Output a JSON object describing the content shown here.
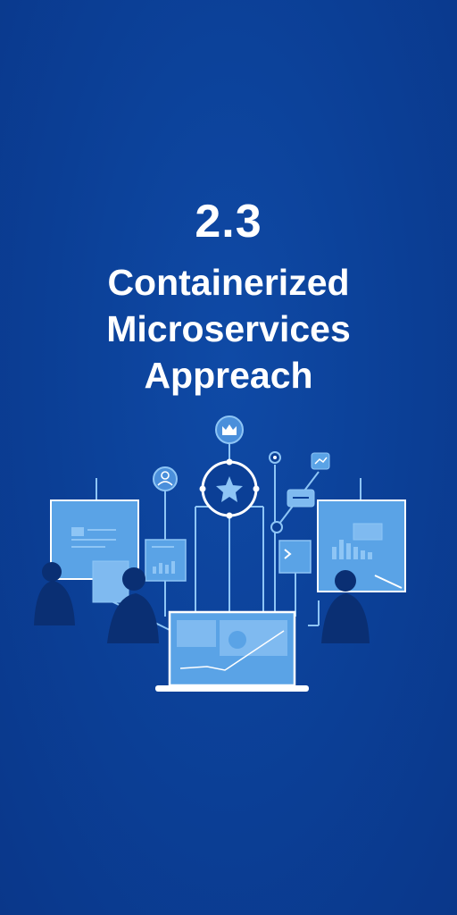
{
  "slide": {
    "section_number": "2.3",
    "title_lines": [
      "Containerized",
      "Microservices",
      "Appreach"
    ]
  },
  "colors": {
    "background": "#0b3f96",
    "panel": "#5aa3e6",
    "panel_light": "#7fbaf0",
    "line": "#8ec5f5",
    "white": "#ffffff",
    "figure": "#0a2f73"
  },
  "icons": [
    "crown-icon",
    "star-icon",
    "user-icon",
    "lock-icon",
    "chart-icon",
    "terminal-icon",
    "chat-icon"
  ]
}
